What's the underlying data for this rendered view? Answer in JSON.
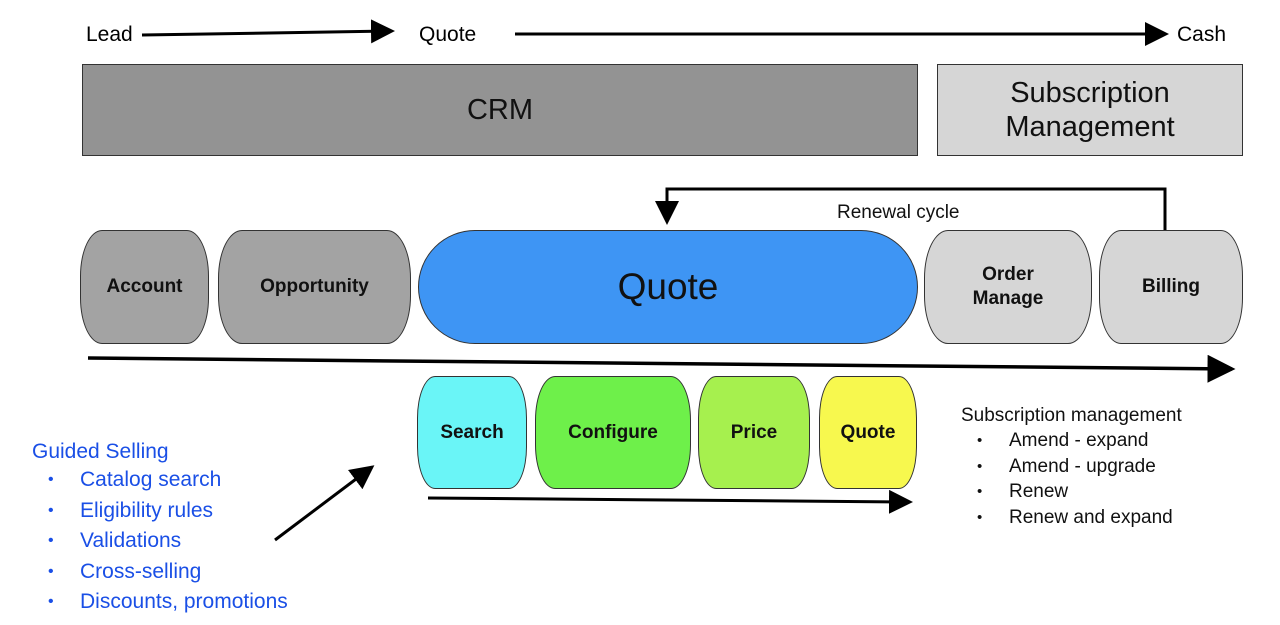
{
  "flow": {
    "lead": "Lead",
    "quote": "Quote",
    "cash": "Cash"
  },
  "bands": {
    "crm": "CRM",
    "subscription_line1": "Subscription",
    "subscription_line2": "Management"
  },
  "renewal_label": "Renewal cycle",
  "stages": {
    "account": "Account",
    "opportunity": "Opportunity",
    "quote": "Quote",
    "order_line1": "Order",
    "order_line2": "Manage",
    "billing": "Billing"
  },
  "cpq_steps": [
    {
      "label": "Search",
      "color": "#6af5f7"
    },
    {
      "label": "Configure",
      "color": "#6ef04a"
    },
    {
      "label": "Price",
      "color": "#a6f04e"
    },
    {
      "label": "Quote",
      "color": "#f7f84e"
    }
  ],
  "guided_selling": {
    "title": "Guided Selling",
    "items": [
      "Catalog search",
      "Eligibility rules",
      "Validations",
      "Cross-selling",
      "Discounts, promotions"
    ]
  },
  "subscription_management": {
    "title": "Subscription management",
    "items": [
      "Amend - expand",
      "Amend - upgrade",
      "Renew",
      "Renew and expand"
    ]
  },
  "colors": {
    "crm_band": "#939393",
    "subscription_band": "#d6d6d6",
    "quote_stage": "#3e95f4",
    "guided_text": "#1a4fe6"
  }
}
